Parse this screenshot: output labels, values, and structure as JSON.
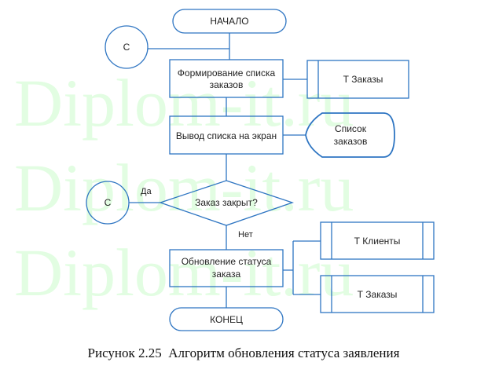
{
  "watermark": [
    "Diplom-it.ru",
    "Diplom-it.ru",
    "Diplom-it.ru"
  ],
  "nodes": {
    "start": "НАЧАЛО",
    "connector_top": "С",
    "form_list": [
      "Формирование списка",
      "заказов"
    ],
    "table_orders_1": "Т Заказы",
    "show_list": "Вывод списка на экран",
    "display_list": [
      "Список",
      "заказов"
    ],
    "decision": "Заказ закрыт?",
    "connector_left": "С",
    "yes_label": "Да",
    "no_label": "Нет",
    "update_status": [
      "Обновление статуса",
      "заказа"
    ],
    "table_clients": "Т Клиенты",
    "table_orders_2": "Т Заказы",
    "end": "КОНЕЦ"
  },
  "caption": "Рисунок 2.25  Алгоритм обновления статуса заявления",
  "colors": {
    "stroke": "#2e75c2",
    "watermark": "#e2fde2"
  }
}
